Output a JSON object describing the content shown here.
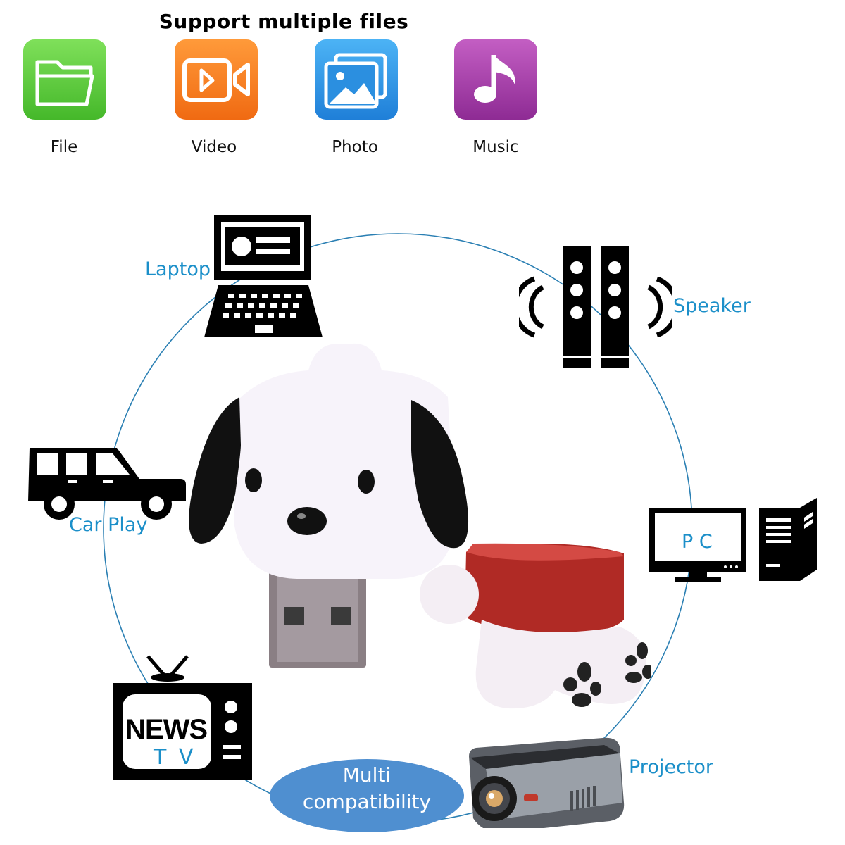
{
  "header": {
    "title": "Support multiple files"
  },
  "file_types": [
    {
      "label": "File",
      "icon": "folder-icon"
    },
    {
      "label": "Video",
      "icon": "video-camera-icon"
    },
    {
      "label": "Photo",
      "icon": "photo-icon"
    },
    {
      "label": "Music",
      "icon": "music-note-icon"
    }
  ],
  "devices": {
    "laptop": "Laptop",
    "speaker": "Speaker",
    "car_play": "Car Play",
    "pc": "P C",
    "tv_news": "NEWS",
    "tv_tv": "T V",
    "projector": "Projector"
  },
  "badge": {
    "line1": "Multi",
    "line2": "compatibility"
  },
  "colors": {
    "accent": "#1b8fc9",
    "file_tile": "#5fcf3a",
    "video_tile": "#f57e1f",
    "photo_tile": "#2b8fe0",
    "music_tile": "#a53fa5",
    "badge": "#4f8fd0"
  }
}
